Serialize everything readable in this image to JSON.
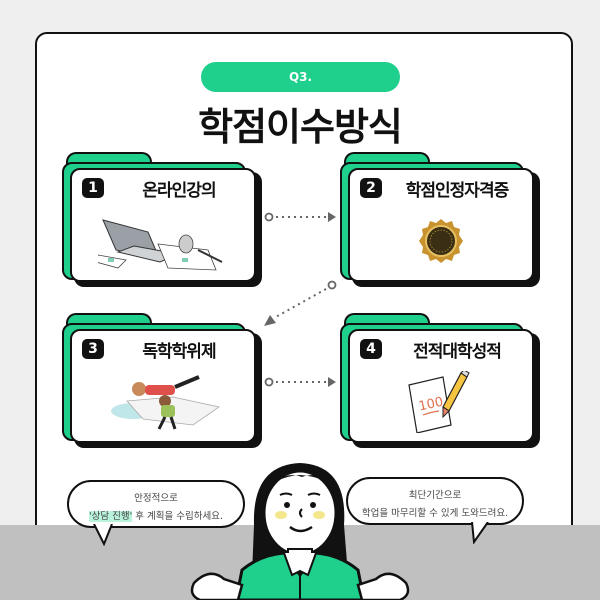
{
  "header": {
    "badge": "Q3.",
    "title": "학점이수방식"
  },
  "cards": [
    {
      "number": "1",
      "label": "온라인강의",
      "image": "laptop-illustration"
    },
    {
      "number": "2",
      "label": "학점인정자격증",
      "image": "gold-seal-illustration"
    },
    {
      "number": "3",
      "label": "독학학위제",
      "image": "kids-reading-book-illustration"
    },
    {
      "number": "4",
      "label": "전적대학성적",
      "image": "paper-pencil-100-illustration",
      "paper_text": "100"
    }
  ],
  "bubbles": {
    "left": {
      "line1": "안정적으로",
      "highlight": "'상담 진행'",
      "line2_rest": " 후 계획을 수립하세요."
    },
    "right": {
      "line1": "최단기간으로",
      "line2": "학업을 마무리할 수 있게 도와드려요."
    }
  },
  "colors": {
    "accent": "#1fcf8c",
    "background": "#efefef",
    "band": "#c0c0c0",
    "highlight": "#b9f3dc"
  }
}
